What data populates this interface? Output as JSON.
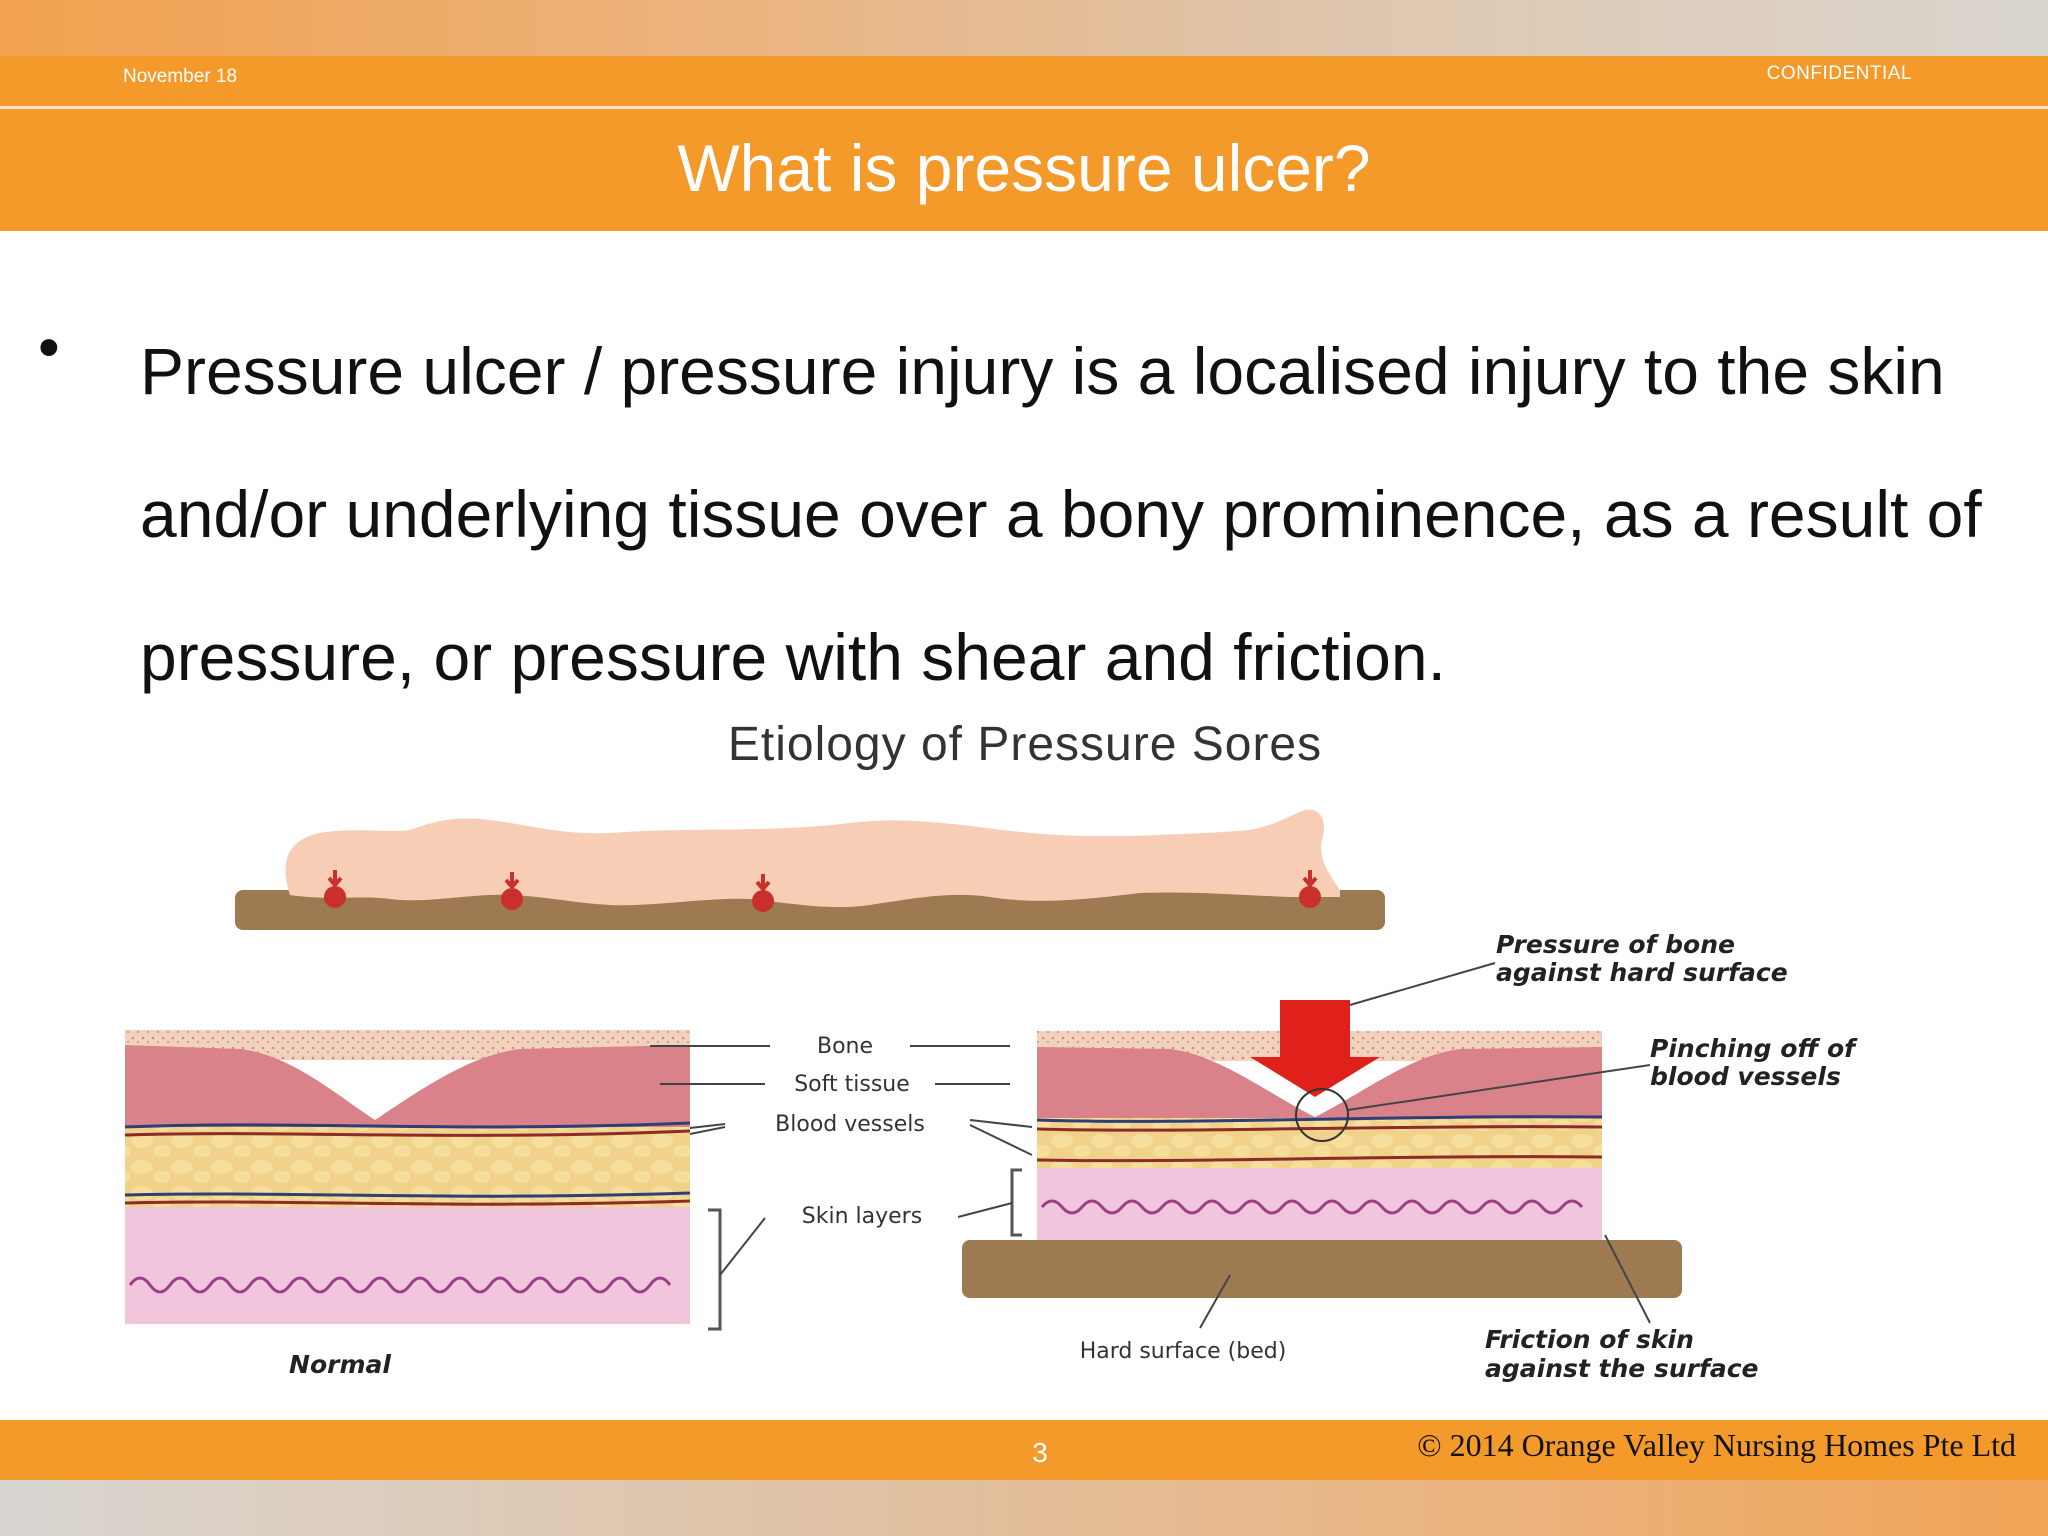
{
  "header": {
    "date": "November 18",
    "confidential": "CONFIDENTIAL",
    "title": "What is pressure ulcer?"
  },
  "body": {
    "bullet_symbol": "•",
    "text": "Pressure ulcer / pressure injury is a localised injury to the skin and/or underlying tissue over a bony prominence, as a result of pressure, or pressure with shear and friction."
  },
  "diagram": {
    "title": "Etiology of Pressure Sores",
    "labels": {
      "bone": "Bone",
      "soft_tissue": "Soft tissue",
      "blood_vessels": "Blood vessels",
      "skin_layers": "Skin layers",
      "normal": "Normal",
      "hard_surface": "Hard surface (bed)",
      "pressure_line1": "Pressure of bone",
      "pressure_line2": "against hard surface",
      "pinching_line1": "Pinching off of",
      "pinching_line2": "blood vessels",
      "friction_line1": "Friction of skin",
      "friction_line2": "against the surface"
    },
    "colors": {
      "body": "#f7cdb6",
      "mattress": "#9e7a52",
      "pressure_point": "#c9302c",
      "arrow": "#e0201b",
      "bone": "#f3d2bd",
      "soft_tissue": "#d9828a",
      "fat": "#f0d28a",
      "skin": "#f1c6dd"
    }
  },
  "footer": {
    "page_number": "3",
    "copyright": "© 2014  Orange Valley Nursing Homes Pte Ltd"
  }
}
